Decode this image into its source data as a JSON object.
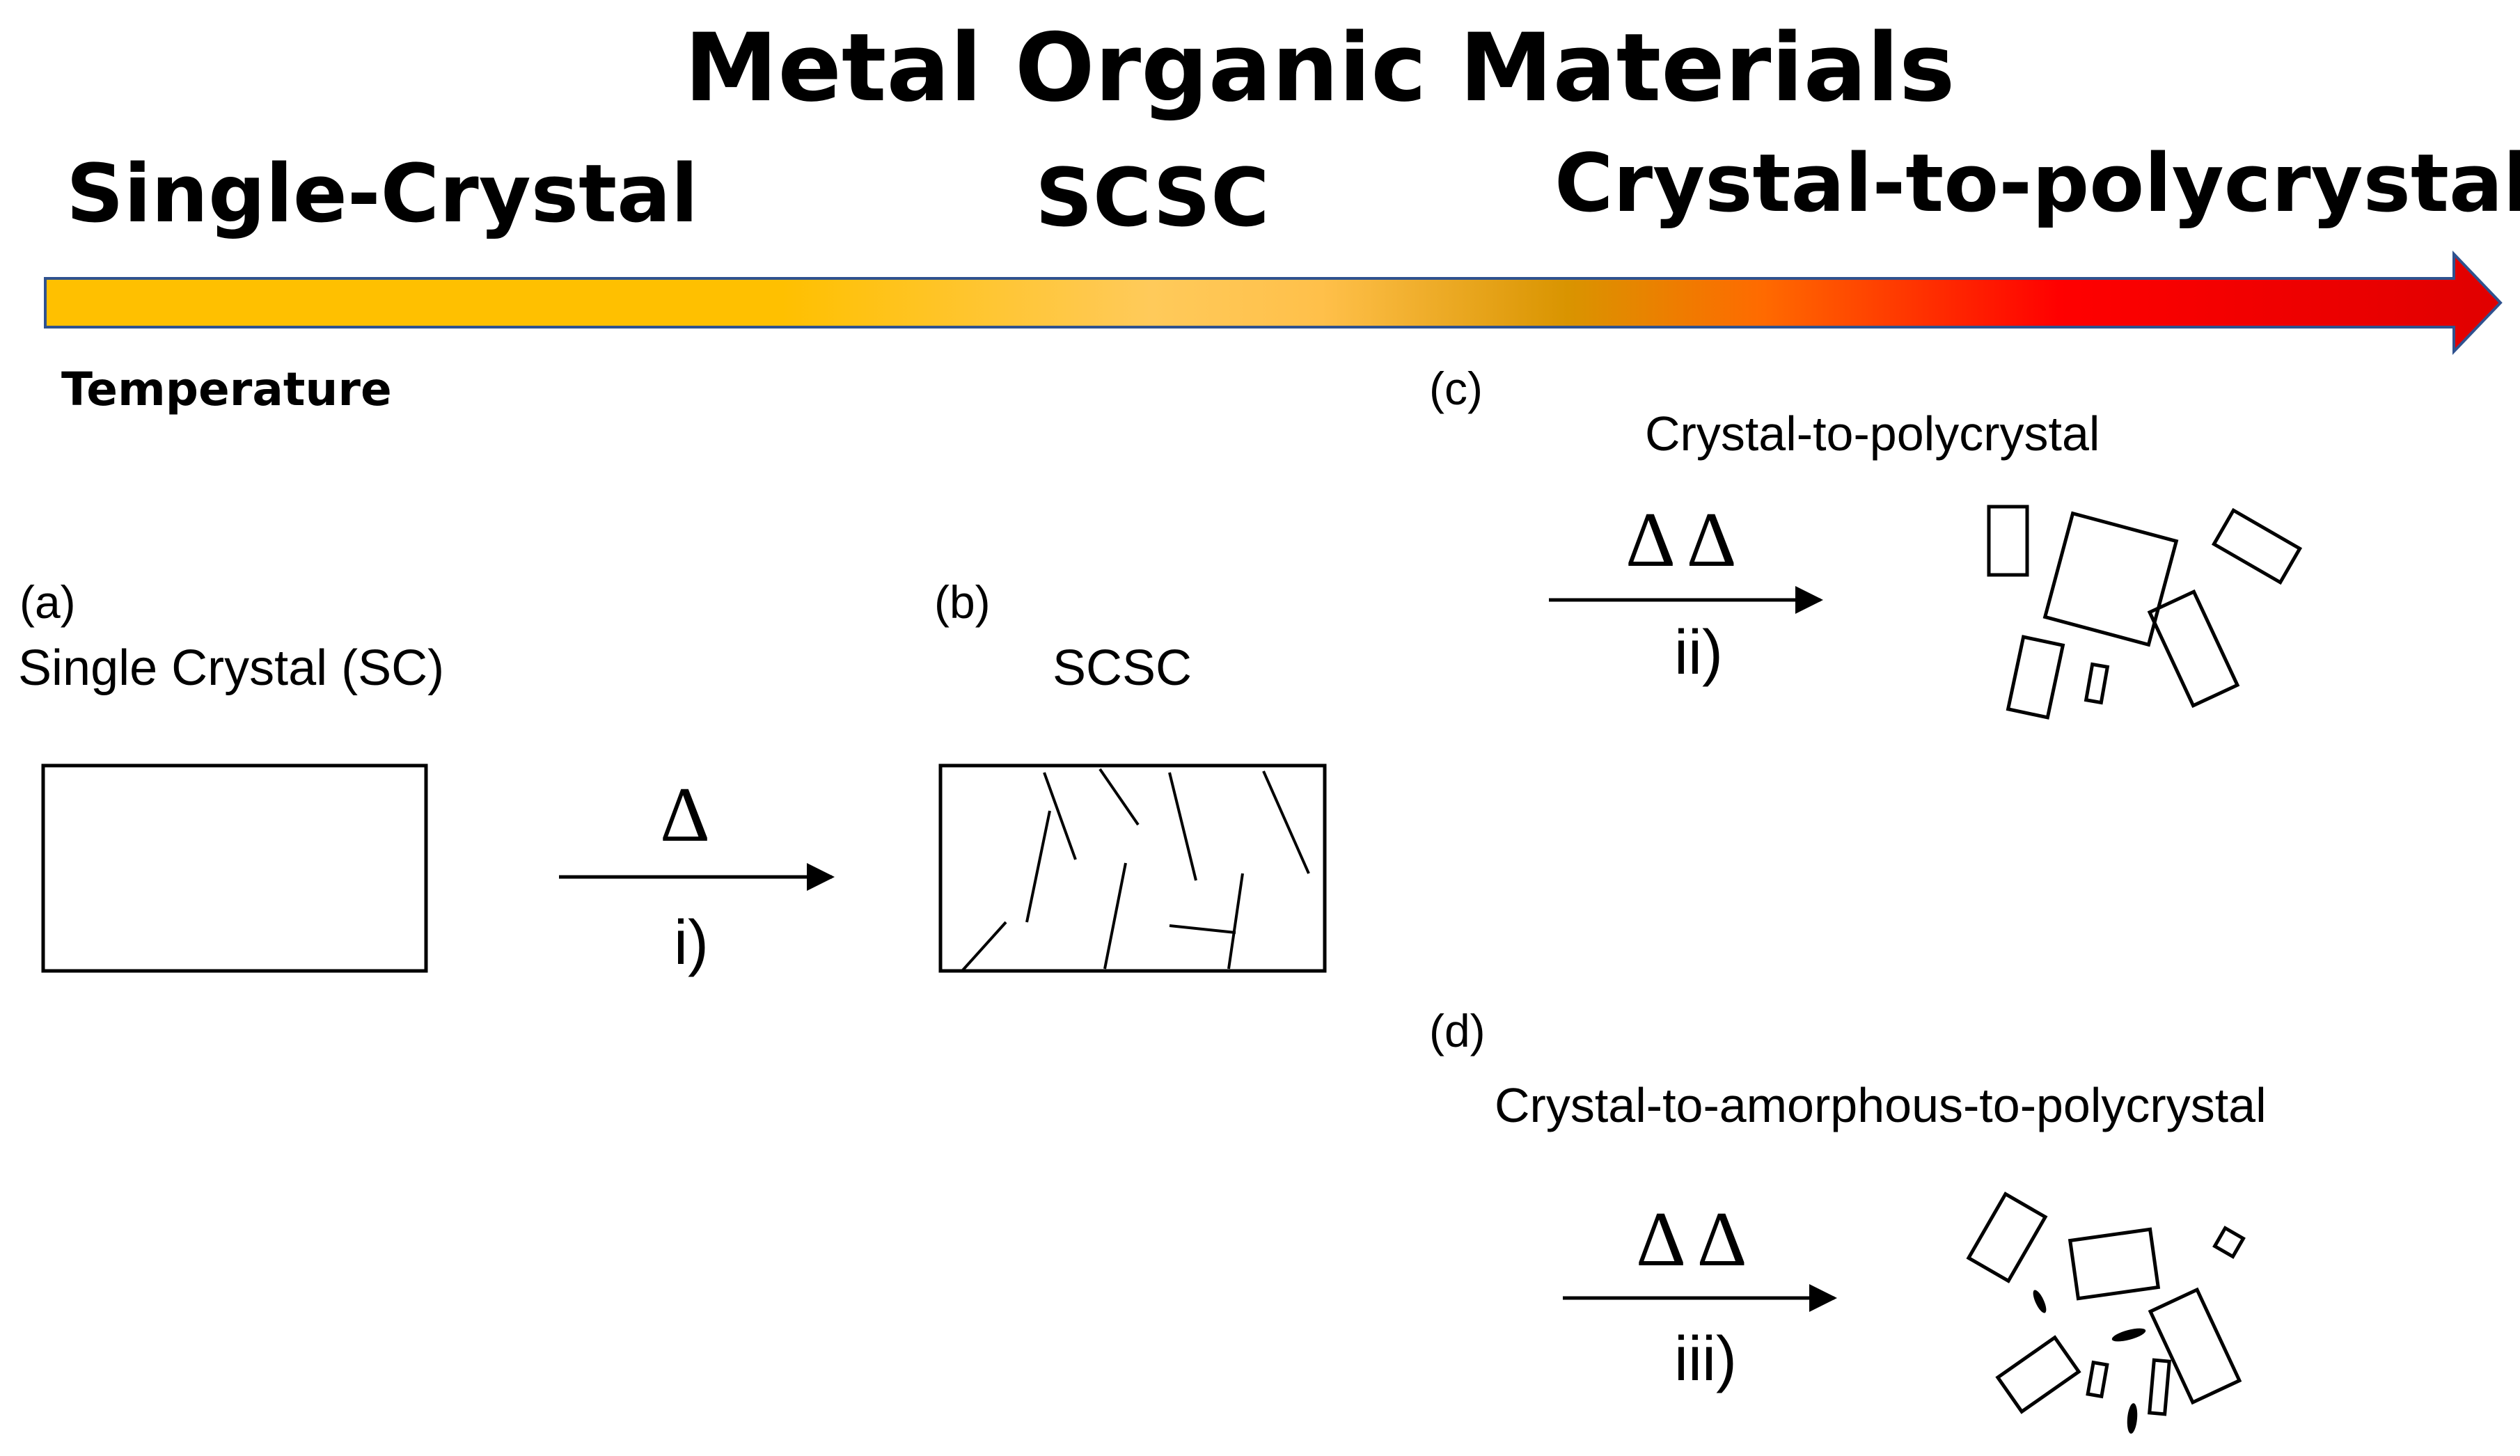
{
  "header": {
    "title": "Metal Organic Materials",
    "stage_single": "Single-Crystal",
    "stage_scsc": "SCSC",
    "stage_polycrystal": "Crystal-to-polycrystal",
    "axis_label": "Temperature"
  },
  "arrow_gradient": [
    "#ffc000",
    "#ffc000",
    "#ffca5a",
    "#ffc04a",
    "#d99400",
    "#ff6a00",
    "#ff0000",
    "#e00000"
  ],
  "panel_a": {
    "tag": "(a)",
    "title": "Single Crystal (SC)"
  },
  "panel_b": {
    "tag": "(b)",
    "title": "SCSC"
  },
  "panel_c": {
    "tag": "(c)",
    "title": "Crystal-to-polycrystal"
  },
  "panel_d": {
    "tag": "(d)",
    "title": "Crystal-to-amorphous-to-polycrystal"
  },
  "step_i": {
    "symbol": "Δ",
    "label": "i)"
  },
  "step_ii": {
    "symbol": "Δ Δ",
    "label": "ii)"
  },
  "step_iii": {
    "symbol": "Δ Δ",
    "label": "iii)"
  }
}
